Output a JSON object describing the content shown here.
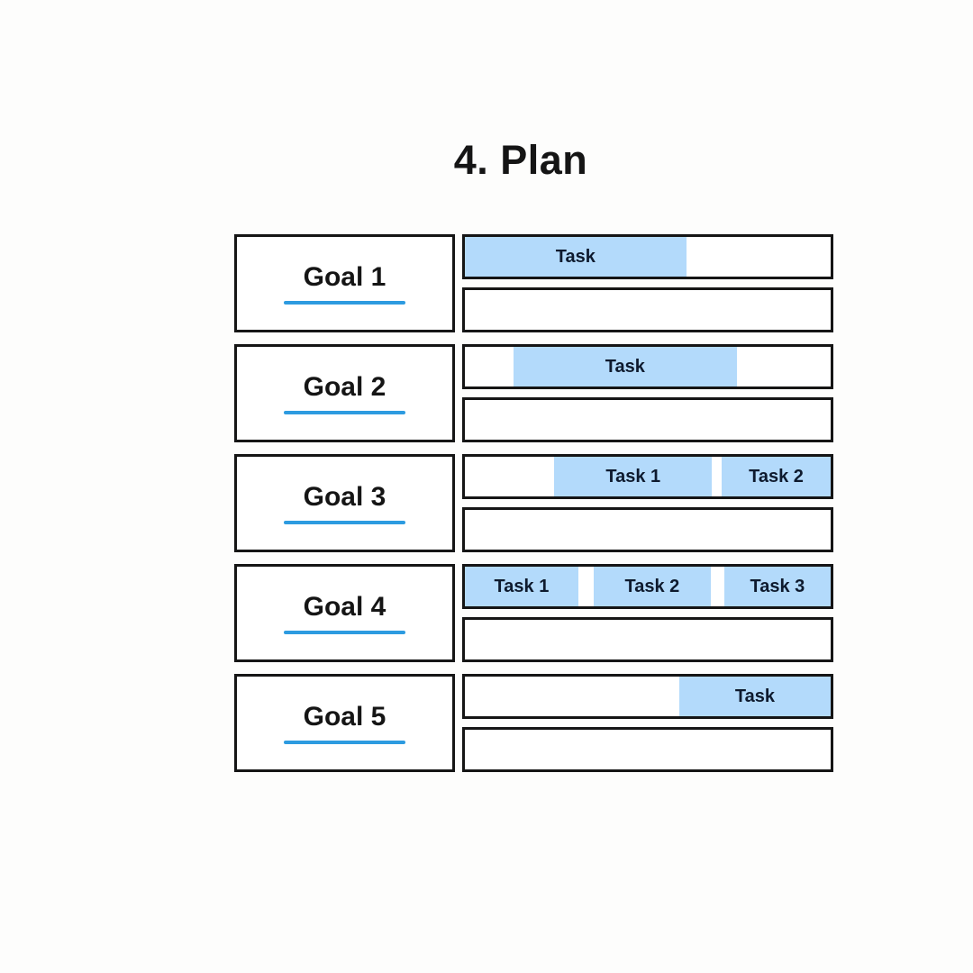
{
  "title": "4. Plan",
  "colors": {
    "background": "#FDFDFC",
    "ink": "#151515",
    "task_fill": "#B3DAFB",
    "task_text": "#0E1A2E",
    "underline": "#2D9BE0"
  },
  "rows": [
    {
      "goal": "Goal 1",
      "tasks": [
        {
          "label": "Task",
          "start_pct": 0,
          "width_pct": 60.5
        }
      ]
    },
    {
      "goal": "Goal 2",
      "tasks": [
        {
          "label": "Task",
          "start_pct": 13.3,
          "width_pct": 61
        }
      ]
    },
    {
      "goal": "Goal 3",
      "tasks": [
        {
          "label": "Task 1",
          "start_pct": 24.4,
          "width_pct": 43.2
        },
        {
          "label": "Task 2",
          "start_pct": 70.2,
          "width_pct": 29.8
        }
      ]
    },
    {
      "goal": "Goal 4",
      "tasks": [
        {
          "label": "Task 1",
          "start_pct": 0,
          "width_pct": 31
        },
        {
          "label": "Task 2",
          "start_pct": 35.2,
          "width_pct": 32
        },
        {
          "label": "Task 3",
          "start_pct": 70.9,
          "width_pct": 29.1
        }
      ]
    },
    {
      "goal": "Goal 5",
      "tasks": [
        {
          "label": "Task",
          "start_pct": 58.6,
          "width_pct": 41.4
        }
      ]
    }
  ]
}
